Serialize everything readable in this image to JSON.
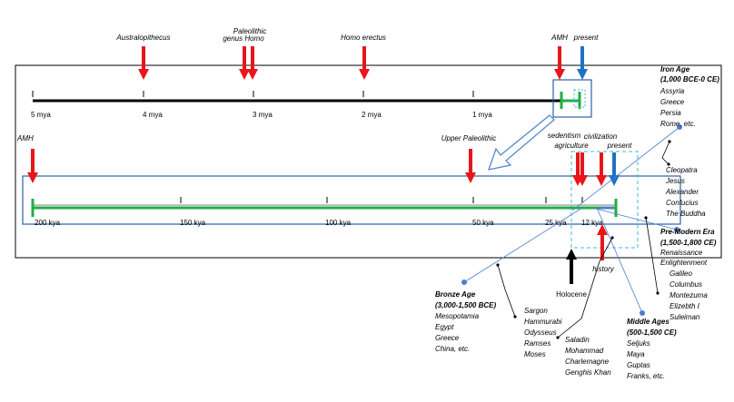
{
  "top_timeline": {
    "ticks": [
      "5 mya",
      "4 mya",
      "3 mya",
      "2 mya",
      "1 mya"
    ],
    "labels": {
      "australopithecus": "Australopithecus",
      "paleolithic": "Paleolithic",
      "genus_homo": "genus Homo",
      "homo_erectus": "Homo erectus",
      "amh": "AMH",
      "present": "present"
    }
  },
  "bottom_timeline": {
    "ticks": [
      "200 kya",
      "150 kya",
      "100 kya",
      "50 kya",
      "25 kya",
      "12 kya"
    ],
    "labels": {
      "amh": "AMH",
      "upper_paleolithic": "Upper Paleolithic",
      "sedentism": "sedentism",
      "agriculture": "agriculture",
      "civilization": "civilization",
      "present": "present",
      "history": "history",
      "holocene": "Holocene"
    }
  },
  "eras": {
    "iron_age": {
      "title1": "Iron Age",
      "title2": "(1,000 BCE-0 CE)",
      "places": [
        "Assyria",
        "Greece",
        "Persia",
        "Rome, etc."
      ],
      "people": [
        "Cleopatra",
        "Jesus",
        "Alexander",
        "Confucius",
        "The Buddha"
      ]
    },
    "pre_modern": {
      "title1": "Pre-Modern Era",
      "title2": "(1,500-1,800 CE)",
      "places": [
        "Renaissance",
        "Enlightenment"
      ],
      "people": [
        "Galileo",
        "Columbus",
        "Montezuma",
        "Elizebth I",
        "Suleiman"
      ]
    },
    "bronze_age": {
      "title1": "Bronze Age",
      "title2": "(3,000-1,500 BCE)",
      "places": [
        "Mesopotamia",
        "Egypt",
        "Greece",
        "China, etc."
      ],
      "people": [
        "Sargon",
        "Hammurabi",
        "Odysseus",
        "Ramses",
        "Moses"
      ]
    },
    "middle_ages": {
      "title1": "Middle Ages",
      "title2": "(500-1,500 CE)",
      "places": [
        "Seljuks",
        "Maya",
        "Guptas",
        "Franks, etc."
      ],
      "people": [
        "Saladin",
        "Mohammad",
        "Charlemagne",
        "Genghis Khan"
      ]
    }
  },
  "colors": {
    "red": "#e8161b",
    "blue": "#1f72c2",
    "green": "#1fae4a",
    "black": "#000000",
    "frame": "#2e5fa8",
    "dashed": "#41b8cc",
    "leader": "#4a7fd0"
  }
}
